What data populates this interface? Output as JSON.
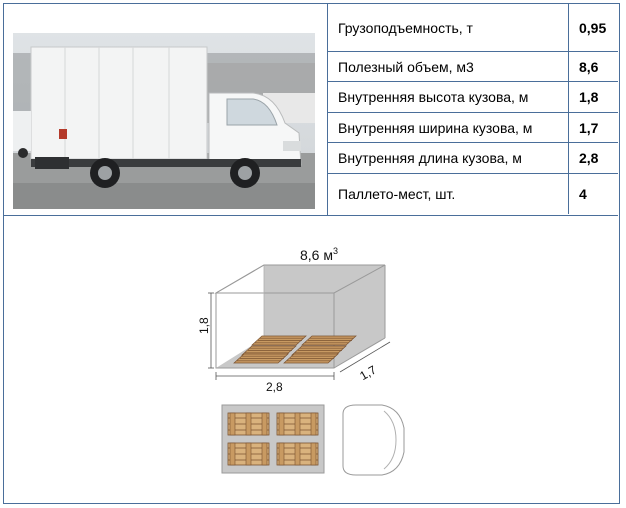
{
  "photo": {
    "subject": "white box truck, side view",
    "icon": "truck-photo"
  },
  "specs": [
    {
      "label": "Грузоподъемность, т",
      "value": "0,95"
    },
    {
      "label": "Полезный объем, м3",
      "value": "8,6"
    },
    {
      "label": "Внутренняя высота кузова, м",
      "value": "1,8"
    },
    {
      "label": "Внутренняя ширина кузова, м",
      "value": "1,7"
    },
    {
      "label": "Внутренняя длина кузова, м",
      "value": "2,8"
    },
    {
      "label": "Паллето-мест, шт.",
      "value": "4"
    }
  ],
  "diagram": {
    "volume_label": "8,6 м",
    "volume_unit_sup": "3",
    "height_label": "1,8",
    "length_label": "2,8",
    "width_label": "1,7",
    "pallets_count": 4
  },
  "colors": {
    "border": "#4a6e9a",
    "box_fill": "#c8c8c8",
    "pallet_wood": "#c89a62",
    "pallet_dark": "#7a5230"
  }
}
